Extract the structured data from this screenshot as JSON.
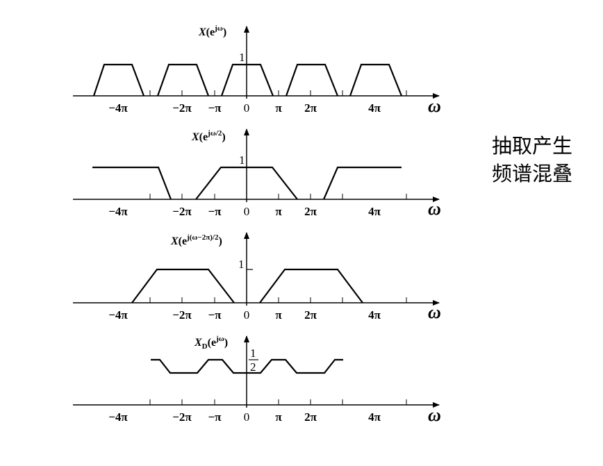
{
  "panels": [
    {
      "id": "x-spectrum",
      "ylabel": {
        "base": "X",
        "paren_open": "(e",
        "sup": "jω",
        "paren_close": ")"
      },
      "level_text": "1",
      "shape": "original",
      "ticks": [
        "−4π",
        "−2π",
        "−π",
        "0",
        "π",
        "2π",
        "4π"
      ],
      "axis_label": "ω"
    },
    {
      "id": "x-half-spectrum",
      "ylabel": {
        "base": "X",
        "paren_open": "(e",
        "sup": "jω/2",
        "paren_close": ")"
      },
      "level_text": "1",
      "shape": "stretched",
      "ticks": [
        "−4π",
        "−2π",
        "−π",
        "0",
        "π",
        "2π",
        "4π"
      ],
      "axis_label": "ω"
    },
    {
      "id": "x-shifted-spectrum",
      "ylabel": {
        "base": "X",
        "paren_open": "(e",
        "sup": "j(ω−2π)/2",
        "paren_close": ")"
      },
      "level_text": "1",
      "shape": "shifted",
      "ticks": [
        "−4π",
        "−2π",
        "−π",
        "0",
        "π",
        "2π",
        "4π"
      ],
      "axis_label": "ω"
    },
    {
      "id": "xd-spectrum",
      "ylabel": {
        "base": "X",
        "sub": "D",
        "paren_open": "(e",
        "sup": "jω",
        "paren_close": ")"
      },
      "level_text_num": "1",
      "level_text_den": "2",
      "shape": "aliased",
      "ticks": [
        "−4π",
        "−2π",
        "−π",
        "0",
        "π",
        "2π",
        "4π"
      ],
      "axis_label": "ω"
    }
  ],
  "caption": {
    "line1": "抽取产生",
    "line2": "频谱混叠"
  }
}
